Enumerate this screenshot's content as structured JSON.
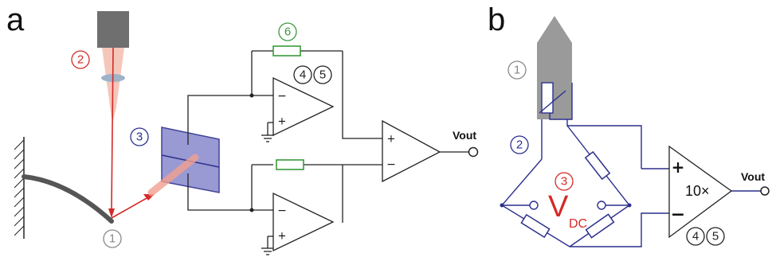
{
  "panel_a": {
    "letter": "a",
    "labels": {
      "fiber": "1",
      "laser": "2",
      "detector": "3",
      "amp_a": "4",
      "amp_b": "5",
      "feedback": "6"
    },
    "output_label": "Vout",
    "signs": {
      "minus": "−",
      "plus": "+"
    }
  },
  "panel_b": {
    "letter": "b",
    "labels": {
      "probe": "1",
      "bridge": "2",
      "supply": "3",
      "amp_a": "4",
      "amp_b": "5"
    },
    "supply_symbol": "V",
    "supply_subscript": "DC",
    "gain_label": "10×",
    "output_label": "Vout",
    "signs": {
      "plus": "+",
      "minus": "−"
    }
  },
  "colors": {
    "black": "#222222",
    "red": "#d42a27",
    "green": "#3a9a3a",
    "blue": "#2b2f8c",
    "gray": "#888888",
    "detector_fill": "#8e8ecf",
    "probe_fill": "#9a9a9a",
    "laser_fill": "#f2b9aa"
  }
}
